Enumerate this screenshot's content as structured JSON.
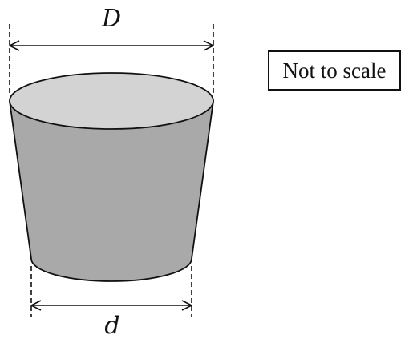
{
  "labels": {
    "top_diameter": "D",
    "bottom_diameter": "d",
    "note": "Not to scale"
  },
  "colors": {
    "body_fill": "#a9a9a9",
    "top_fill": "#d3d3d3",
    "stroke": "#111111"
  }
}
